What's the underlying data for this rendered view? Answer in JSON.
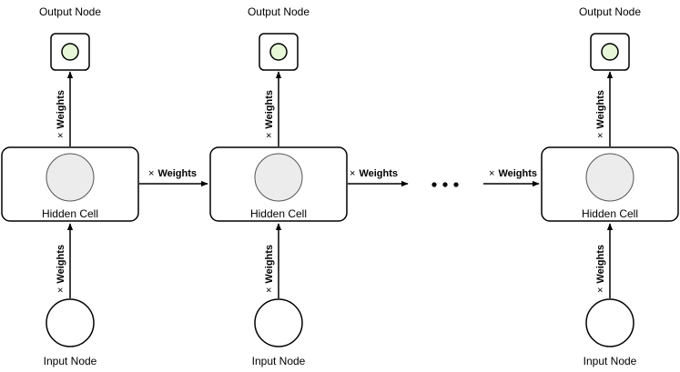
{
  "labels": {
    "output_node": "Output Node",
    "hidden_cell": "Hidden Cell",
    "input_node": "Input Node",
    "weights_prefix": "×",
    "weights_word": "Weights",
    "ellipsis": "· · ·"
  },
  "colors": {
    "output_dot_fill": "#e6f6d6",
    "hidden_circle_fill": "#ececec",
    "stroke": "#000000"
  },
  "cells": [
    {
      "id": "cell-1"
    },
    {
      "id": "cell-2"
    },
    {
      "id": "cell-n"
    }
  ],
  "recurrent_links": [
    {
      "from": "cell-1",
      "to": "cell-2"
    },
    {
      "from": "ellipsis",
      "to": "cell-n"
    }
  ]
}
